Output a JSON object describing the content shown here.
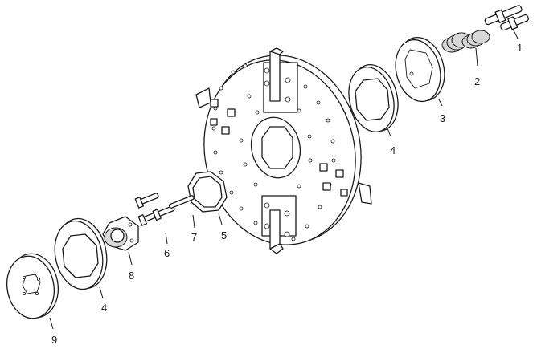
{
  "callouts": [
    {
      "id": "1",
      "label": "1"
    },
    {
      "id": "2",
      "label": "2"
    },
    {
      "id": "3",
      "label": "3"
    },
    {
      "id": "4a",
      "label": "4"
    },
    {
      "id": "4b",
      "label": "4"
    },
    {
      "id": "5",
      "label": "5"
    },
    {
      "id": "6",
      "label": "6"
    },
    {
      "id": "7",
      "label": "7"
    },
    {
      "id": "8",
      "label": "8"
    },
    {
      "id": "9",
      "label": "9"
    }
  ],
  "colors": {
    "line": "#1a1a1a",
    "background": "#ffffff"
  }
}
